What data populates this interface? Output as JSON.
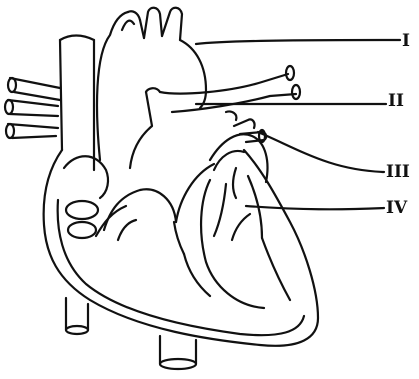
{
  "diagram": {
    "labels": [
      {
        "id": "I",
        "text": "I"
      },
      {
        "id": "II",
        "text": "II"
      },
      {
        "id": "III",
        "text": "III"
      },
      {
        "id": "IV",
        "text": "IV"
      }
    ],
    "colors": {
      "ink": "#111111",
      "background": "#ffffff"
    }
  }
}
